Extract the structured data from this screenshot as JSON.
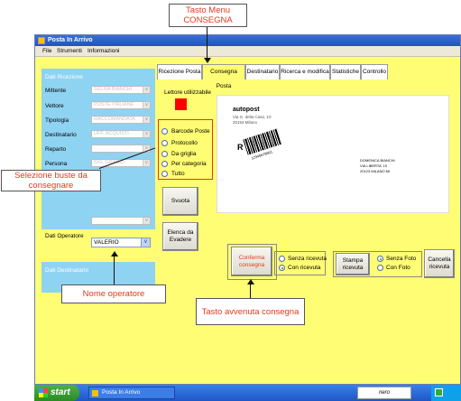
{
  "window": {
    "title": "Posta In Arrivo"
  },
  "menu": [
    "File",
    "Strumenti",
    "Informazioni"
  ],
  "left": {
    "ricezione_title": "Dati Ricezione",
    "fields": [
      {
        "label": "Mittente",
        "value": "SIG.RA BIANCHI"
      },
      {
        "label": "Vettore",
        "value": "POSTE ITALIANE"
      },
      {
        "label": "Tipologia",
        "value": "RACCOMANDATA"
      },
      {
        "label": "Destinatario",
        "value": "UFF. ACQUISTI"
      },
      {
        "label": "Reparto",
        "value": ""
      },
      {
        "label": "Persona",
        "value": "SIG. GRANDI"
      }
    ],
    "operatore_title": "Dati Operatore",
    "operatore_value": "VALERIO",
    "destinatario_title": "Dati Destinatario"
  },
  "tabs": [
    "Ricezione Posta",
    "Consegna Posta",
    "Destinatario",
    "Ricerca e modifica",
    "Statistiche",
    "Controllo"
  ],
  "content": {
    "lettore_label": "Lettore utilizzabile",
    "indicator_color": "#ff0000",
    "selection_options": [
      {
        "label": "Barcode Poste",
        "selected": false
      },
      {
        "label": "Protocollo",
        "selected": false
      },
      {
        "label": "Da griglia",
        "selected": false
      },
      {
        "label": "Per categoria",
        "selected": false
      },
      {
        "label": "Tutto",
        "selected": false
      }
    ],
    "svuota_label": "Svuota",
    "elenca_label": "Elenca da Evadere",
    "conferma_label": "Conferma consegna",
    "ricevuta_options": [
      {
        "label": "Senza ricevuta",
        "selected": false
      },
      {
        "label": "Con ricevuta",
        "selected": true
      }
    ],
    "stampa_label": "Stampa ricevuta",
    "foto_options": [
      {
        "label": "Senza Foto",
        "selected": true
      },
      {
        "label": "Con Foto",
        "selected": false
      }
    ],
    "cancella_label": "Cancella ricevuta"
  },
  "preview": {
    "sender_name": "autopost",
    "sender_line1": "Via G. della Casa, 10",
    "sender_line2": "20154 Milano",
    "r_mark": "R",
    "barcode_number": "12345678901",
    "recipient_line1": "DOMENICA BIANCHI",
    "recipient_line2": "VIA LIBERTA' 10",
    "recipient_line3": "20123 MILANO MI"
  },
  "taskbar": {
    "start": "start",
    "window_button": "Posta In Arrivo",
    "tray_logo": "nero"
  },
  "callouts": {
    "tasto_menu": "Tasto Menu CONSEGNA",
    "selezione": "Selezione buste da consegnare",
    "nome_operatore": "Nome operatore",
    "tasto_avvenuta": "Tasto avvenuta consegna"
  },
  "colors": {
    "panel_yellow": "#fffd73",
    "left_panel_blue": "#8fd3f2",
    "callout_text": "#e03a1e",
    "selection_border": "#e03a1e"
  }
}
